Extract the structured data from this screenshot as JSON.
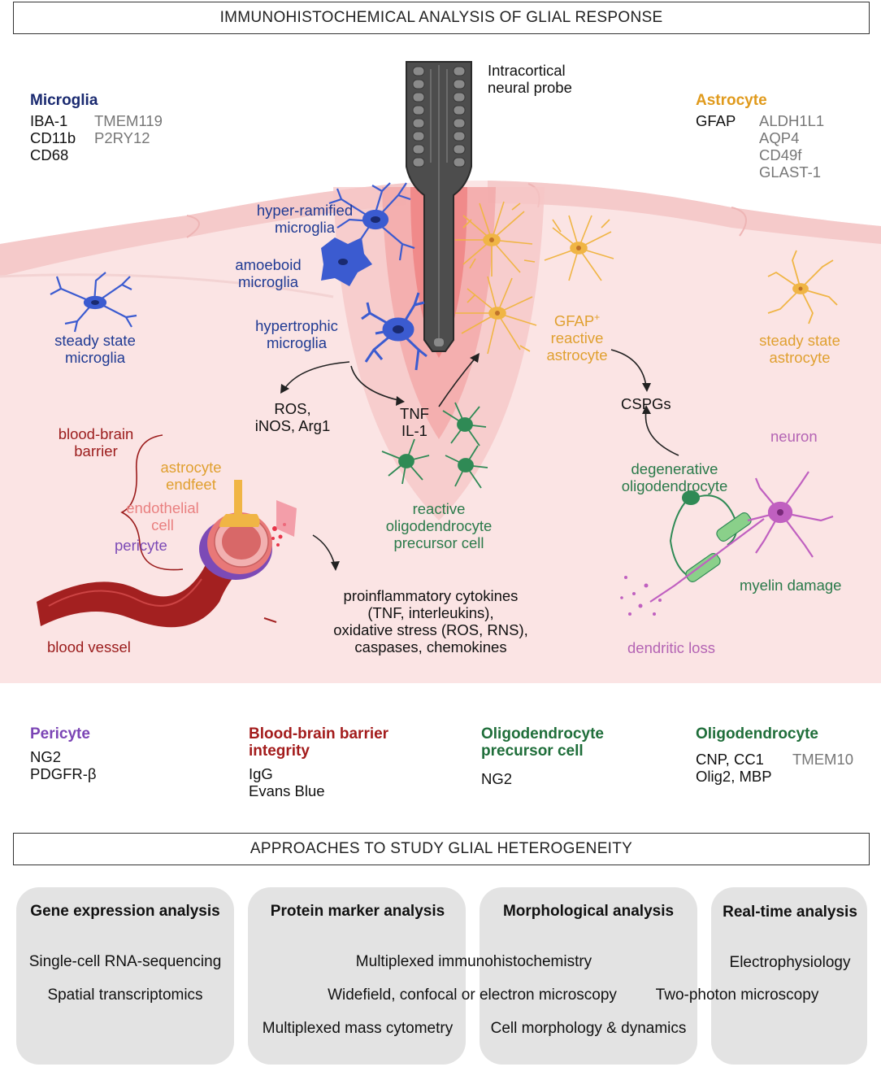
{
  "header": {
    "top_title": "IMMUNOHISTOCHEMICAL ANALYSIS OF GLIAL RESPONSE",
    "bottom_title": "APPROACHES TO STUDY GLIAL HETEROGENEITY"
  },
  "microglia": {
    "title": "Microglia",
    "markers_primary": [
      "IBA-1",
      "CD11b",
      "CD68"
    ],
    "markers_secondary": [
      "TMEM119",
      "P2RY12"
    ]
  },
  "astrocyte": {
    "title": "Astrocyte",
    "markers_primary": [
      "GFAP"
    ],
    "markers_secondary": [
      "ALDH1L1",
      "AQP4",
      "CD49f",
      "GLAST-1"
    ]
  },
  "probe": {
    "label_line1": "Intracortical",
    "label_line2": "neural probe"
  },
  "scene": {
    "hyper_ramified": [
      "hyper-ramified",
      "microglia"
    ],
    "amoeboid": [
      "amoeboid",
      "microglia"
    ],
    "hypertrophic": [
      "hypertrophic",
      "microglia"
    ],
    "steady_microglia": [
      "steady state",
      "microglia"
    ],
    "reactive_astro_sup": "GFAP",
    "reactive_astro_sup_mark": "+",
    "reactive_astro": [
      "reactive",
      "astrocyte"
    ],
    "steady_astro": [
      "steady state",
      "astrocyte"
    ],
    "ros": [
      "ROS,",
      "iNOS, Arg1"
    ],
    "tnf": [
      "TNF",
      "IL-1"
    ],
    "cspgs": "CSPGs",
    "opc": [
      "reactive",
      "oligodendrocyte",
      "precursor cell"
    ],
    "bbb": [
      "blood-brain",
      "barrier"
    ],
    "endfeet": [
      "astrocyte",
      "endfeet"
    ],
    "endothelial": [
      "endothelial",
      "cell"
    ],
    "pericyte": "pericyte",
    "vessel": "blood vessel",
    "cytokines": [
      "proinflammatory cytokines",
      "(TNF, interleukins),",
      "oxidative stress (ROS, RNS),",
      "caspases, chemokines"
    ],
    "neuron": "neuron",
    "degenerative": [
      "degenerative",
      "oligodendrocyte"
    ],
    "myelin": "myelin damage",
    "dendritic": "dendritic loss"
  },
  "markers_bottom": {
    "pericyte": {
      "title": "Pericyte",
      "items": [
        "NG2",
        "PDGFR-β"
      ]
    },
    "bbb": {
      "title_lines": [
        "Blood-brain barrier",
        "integrity"
      ],
      "items": [
        "IgG",
        "Evans Blue"
      ]
    },
    "opc": {
      "title_lines": [
        "Oligodendrocyte",
        "precursor cell"
      ],
      "items": [
        "NG2"
      ]
    },
    "oligo": {
      "title": "Oligodendrocyte",
      "items": [
        "CNP, CC1",
        "Olig2, MBP"
      ],
      "secondary": "TMEM10"
    }
  },
  "approaches": {
    "panels": [
      "Gene expression analysis",
      "Protein marker analysis",
      "Morphological analysis",
      "Real-time analysis"
    ],
    "rows": {
      "scrna": "Single-cell RNA-sequencing",
      "spatial": "Spatial transcriptomics",
      "multi_ihc": "Multiplexed immunohistochemistry",
      "microscopy": "Widefield, confocal or electron microscopy",
      "mass_cyto": "Multiplexed mass cytometry",
      "morph": "Cell morphology & dynamics",
      "ephys": "Electrophysiology",
      "two_photon": "Two-photon microscopy"
    }
  },
  "colors": {
    "tissue": "#fbe3e3",
    "tissue_surface": "#f6cccc",
    "inflamed": "#f2a9a9",
    "probe": "#5a5a5a",
    "microglia": "#3b5bd0",
    "astrocyte": "#f0b545",
    "oligo": "#2f8a55",
    "neuron": "#c060c0",
    "vessel": "#a32020"
  }
}
